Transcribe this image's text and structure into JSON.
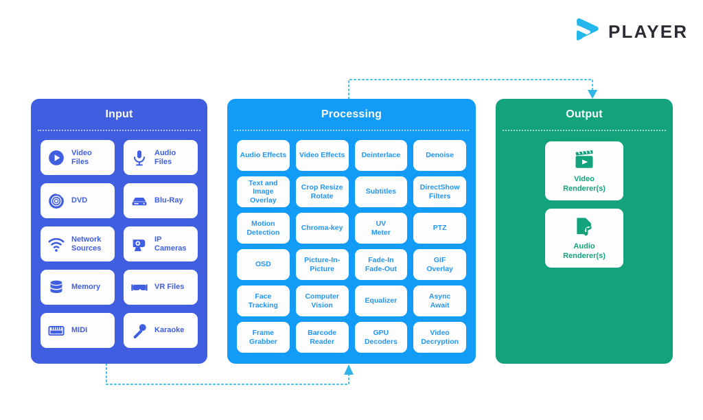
{
  "brand": {
    "wordmark": "PLAYER",
    "logo_icon": "play-logo-icon",
    "logo_color": "#24b7ec",
    "wordmark_color": "#2b2b33"
  },
  "colors": {
    "input_panel": "#3f5fe0",
    "processing_panel": "#139cf7",
    "output_panel": "#12a37c",
    "card_background": "#fdfdfd",
    "connector": "#3ec0e8",
    "input_text": "#3f5fe0",
    "processing_text": "#2196f3",
    "output_text": "#12a37c"
  },
  "panels": {
    "input": {
      "title": "Input",
      "items": [
        {
          "label": "Video\nFiles",
          "icon": "play-circle-icon"
        },
        {
          "label": "Audio\nFiles",
          "icon": "microphone-icon"
        },
        {
          "label": "DVD",
          "icon": "disc-icon"
        },
        {
          "label": "Blu-Ray",
          "icon": "blu-ray-player-icon"
        },
        {
          "label": "Network\nSources",
          "icon": "wifi-icon"
        },
        {
          "label": "IP\nCameras",
          "icon": "ip-camera-icon"
        },
        {
          "label": "Memory",
          "icon": "database-icon"
        },
        {
          "label": "VR Files",
          "icon": "vr-headset-icon"
        },
        {
          "label": "MIDI",
          "icon": "piano-keyboard-icon"
        },
        {
          "label": "Karaoke",
          "icon": "handheld-microphone-icon"
        }
      ]
    },
    "processing": {
      "title": "Processing",
      "items": [
        {
          "label": "Audio Effects"
        },
        {
          "label": "Video Effects"
        },
        {
          "label": "Deinterlace"
        },
        {
          "label": "Denoise"
        },
        {
          "label": "Text and Image\nOverlay"
        },
        {
          "label": "Crop Resize\nRotate"
        },
        {
          "label": "Subtitles"
        },
        {
          "label": "DirectShow\nFilters"
        },
        {
          "label": "Motion\nDetection"
        },
        {
          "label": "Chroma-key"
        },
        {
          "label": "UV\nMeter"
        },
        {
          "label": "PTZ"
        },
        {
          "label": "OSD"
        },
        {
          "label": "Picture-In-\nPicture"
        },
        {
          "label": "Fade-In\nFade-Out"
        },
        {
          "label": "GIF\nOverlay"
        },
        {
          "label": "Face Tracking"
        },
        {
          "label": "Computer\nVision"
        },
        {
          "label": "Equalizer"
        },
        {
          "label": "Async\nAwait"
        },
        {
          "label": "Frame\nGrabber"
        },
        {
          "label": "Barcode\nReader"
        },
        {
          "label": "GPU\nDecoders"
        },
        {
          "label": "Video\nDecryption"
        }
      ]
    },
    "output": {
      "title": "Output",
      "items": [
        {
          "label": "Video\nRenderer(s)",
          "icon": "clapperboard-play-icon"
        },
        {
          "label": "Audio\nRenderer(s)",
          "icon": "audio-note-icon"
        }
      ]
    }
  },
  "connectors": [
    {
      "name": "processing-to-output",
      "from": "Processing",
      "to": "Output",
      "style": "dotted",
      "arrow": "down"
    },
    {
      "name": "input-to-processing",
      "from": "Input",
      "to": "Processing",
      "style": "dotted",
      "arrow": "up"
    }
  ]
}
